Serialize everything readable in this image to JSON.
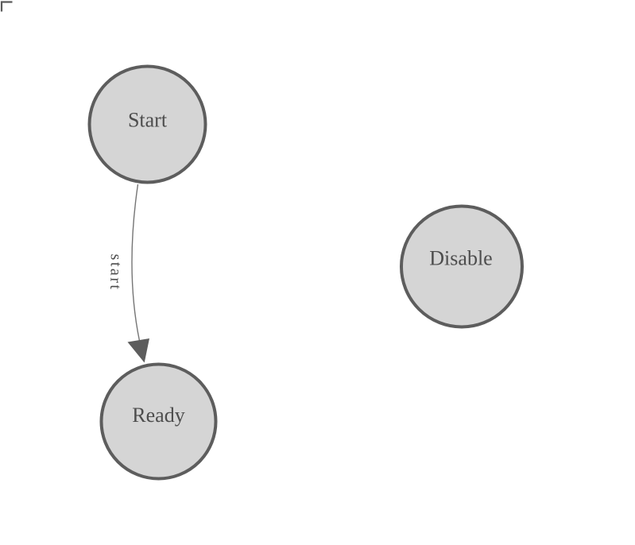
{
  "diagram": {
    "type": "state-machine",
    "nodes": [
      {
        "id": "start",
        "label": "Start"
      },
      {
        "id": "ready",
        "label": "Ready"
      },
      {
        "id": "disable",
        "label": "Disable"
      }
    ],
    "edges": [
      {
        "from": "start",
        "to": "ready",
        "label": "start"
      }
    ],
    "colors": {
      "background": "#ffffff",
      "node_fill": "#d5d5d5",
      "node_stroke": "#5d5d5d",
      "node_text": "#4d4d4d",
      "edge_line": "#757575",
      "arrowhead": "#5d5d5d",
      "edge_text": "#4d4d4d",
      "corner_mark": "#5a5a5a"
    }
  }
}
